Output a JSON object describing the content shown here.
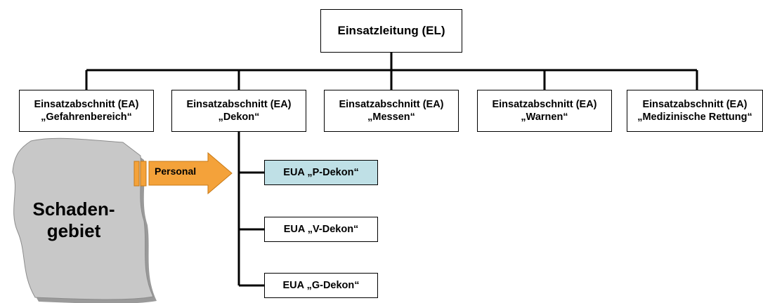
{
  "root": {
    "label": "Einsatzleitung (EL)"
  },
  "sections": [
    {
      "line1": "Einsatzabschnitt (EA)",
      "line2": "„Gefahrenbereich“"
    },
    {
      "line1": "Einsatzabschnitt (EA)",
      "line2": "„Dekon“"
    },
    {
      "line1": "Einsatzabschnitt (EA)",
      "line2": "„Messen“"
    },
    {
      "line1": "Einsatzabschnitt (EA)",
      "line2": "„Warnen“"
    },
    {
      "line1": "Einsatzabschnitt (EA)",
      "line2": "„Medizinische Rettung“"
    }
  ],
  "sub_units": [
    {
      "label": "EUA „P-Dekon“"
    },
    {
      "label": "EUA „V-Dekon“"
    },
    {
      "label": "EUA „G-Dekon“"
    }
  ],
  "damage_area": {
    "line1": "Schaden-",
    "line2": "gebiet"
  },
  "arrow": {
    "label": "Personal"
  },
  "colors": {
    "highlight_box": "#bfe0e6",
    "arrow_fill": "#f4a23a",
    "arrow_stroke": "#c87a17",
    "blob_fill": "#c8c8c8"
  }
}
